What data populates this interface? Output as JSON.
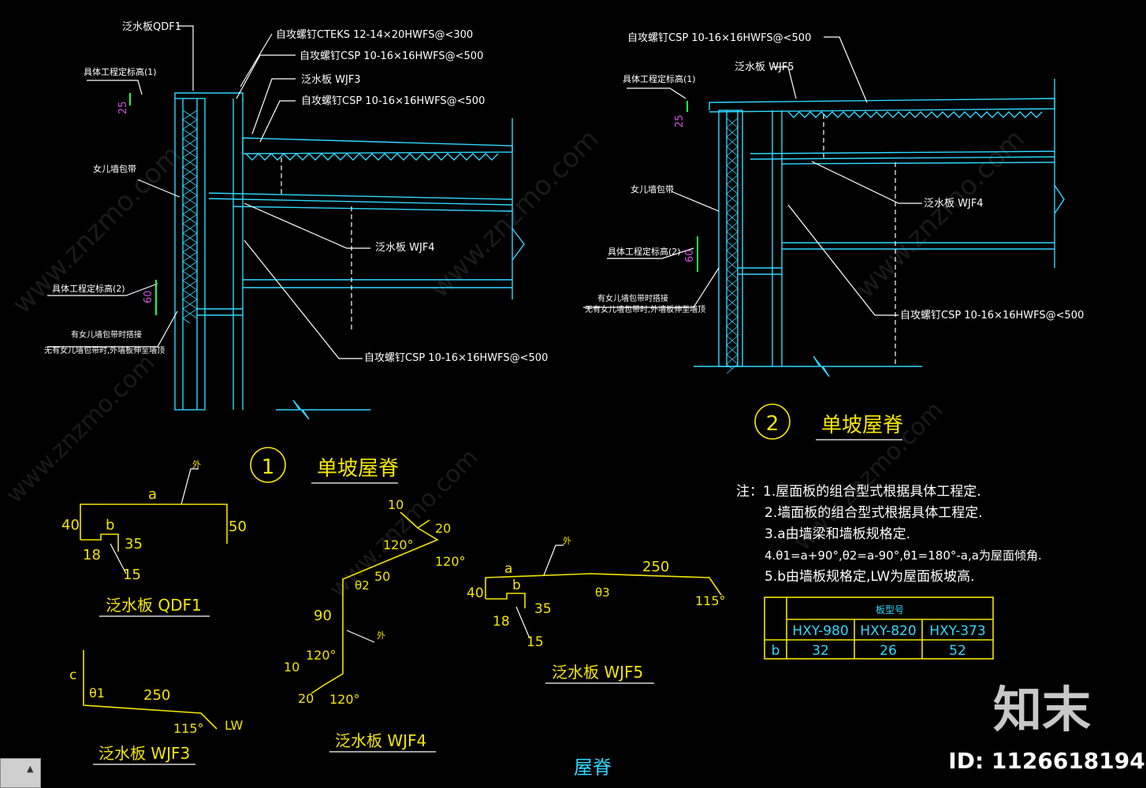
{
  "callouts_left": {
    "qdf1": "泛水板QDF1",
    "cteks": "自攻螺钉CTEKS  12-14×20HWFS@<300",
    "csp1": "自攻螺钉CSP  10-16×16HWFS@<500",
    "wjf3": "泛水板  WJF3",
    "csp2": "自攻螺钉CSP  10-16×16HWFS@<500",
    "level1": "具体工程定标高(1)",
    "dim25": "25",
    "parapet": "女儿墙包带",
    "wjf4": "泛水板  WJF4",
    "level2": "具体工程定标高(2)",
    "dim60": "60",
    "note_a": "有女儿墙包带时搭接",
    "note_b": "无有女儿墙包带时,外墙板伸至墙顶",
    "csp3": "自攻螺钉CSP  10-16×16HWFS@<500"
  },
  "callouts_right": {
    "csp1": "自攻螺钉CSP  10-16×16HWFS@<500",
    "wjf5": "泛水板  WJF5",
    "level1": "具体工程定标高(1)",
    "dim25": "25",
    "parapet": "女儿墙包带",
    "wjf4": "泛水板  WJF4",
    "level2": "具体工程定标高(2)",
    "dim60": "60",
    "note_a": "有女儿墙包带时搭接",
    "note_b": "无有女儿墙包带时,外墙板伸至墙顶",
    "csp2": "自攻螺钉CSP  10-16×16HWFS@<500"
  },
  "titles": {
    "detail1_num": "1",
    "detail1_name": "单坡屋脊",
    "detail2_num": "2",
    "detail2_name": "单坡屋脊",
    "bottom": "屋脊"
  },
  "profiles": {
    "qdf1": {
      "name": "泛水板  QDF1",
      "outside": "外",
      "a": "a",
      "b": "b",
      "d40": "40",
      "d50": "50",
      "d35": "35",
      "d18": "18",
      "d15": "15"
    },
    "wjf3": {
      "name": "泛水板  WJF3",
      "c": "c",
      "theta": "θ1",
      "d250": "250",
      "ang": "115°",
      "lw": "LW"
    },
    "wjf4": {
      "name": "泛水板  WJF4",
      "d10a": "10",
      "d20a": "20",
      "a120a": "120°",
      "a120b": "120°",
      "theta": "θ2",
      "d50": "50",
      "d90": "90",
      "outside": "外",
      "a120c": "120°",
      "d10b": "10",
      "d20b": "20",
      "a120d": "120°"
    },
    "wjf5": {
      "name": "泛水板  WJF5",
      "outside": "外",
      "a": "a",
      "d250": "250",
      "b": "b",
      "d40": "40",
      "theta": "θ3",
      "d35": "35",
      "d18": "18",
      "d15": "15",
      "ang": "115°"
    }
  },
  "notes": [
    "注：1.屋面板的组合型式根据具体工程定.",
    "2.墙面板的组合型式根据具体工程定.",
    "3.a由墙梁和墙板规格定.",
    "4.θ1=a+90°,θ2=a-90°,θ1=180°-a,a为屋面倾角.",
    "5.b由墙板规格定,LW为屋面板坡高."
  ],
  "table": {
    "header": "板型号",
    "row_label": "b",
    "columns": [
      "HXY-980",
      "HXY-820",
      "HXY-373"
    ],
    "values": [
      "32",
      "26",
      "52"
    ]
  },
  "watermark": {
    "brand_cn": "知末",
    "brand_url": "www.znzmo.com",
    "id_label": "ID: 1126618194"
  },
  "colors": {
    "background": "#000000",
    "lines": "#30d8ff",
    "dimensions": "#f3e600",
    "text": "#ffffff"
  }
}
